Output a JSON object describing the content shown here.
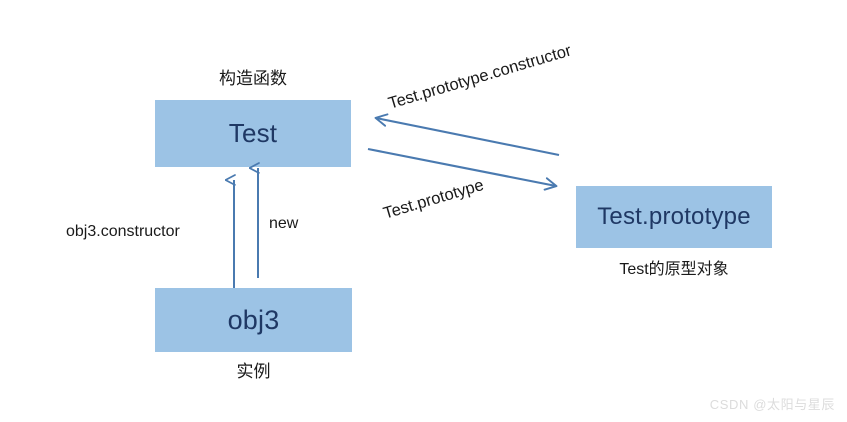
{
  "diagram": {
    "title_context": "JavaScript prototype chain diagram",
    "nodes": [
      {
        "id": "test",
        "label": "Test",
        "caption": "构造函数"
      },
      {
        "id": "obj3",
        "label": "obj3",
        "caption": "实例"
      },
      {
        "id": "prototype",
        "label": "Test.prototype",
        "caption": "Test的原型对象"
      }
    ],
    "edges": [
      {
        "id": "obj3-to-test",
        "label": "obj3.constructor",
        "from": "obj3",
        "to": "test",
        "direction": "up"
      },
      {
        "id": "test-to-obj3",
        "label": "new",
        "from": "test",
        "to": "obj3",
        "direction": "down"
      },
      {
        "id": "prototype-to-test",
        "label": "Test.prototype.constructor",
        "from": "prototype",
        "to": "test",
        "direction": "left"
      },
      {
        "id": "test-to-prototype",
        "label": "Test.prototype",
        "from": "test",
        "to": "prototype",
        "direction": "right"
      }
    ],
    "colors": {
      "box_fill": "#9cc3e5",
      "box_text": "#1f3864",
      "arrow": "#4a7ab0",
      "caption_text": "#1a1a1a",
      "background": "#ffffff",
      "watermark": "#dcdcdc"
    }
  },
  "watermark": {
    "text": "CSDN @太阳与星辰"
  }
}
